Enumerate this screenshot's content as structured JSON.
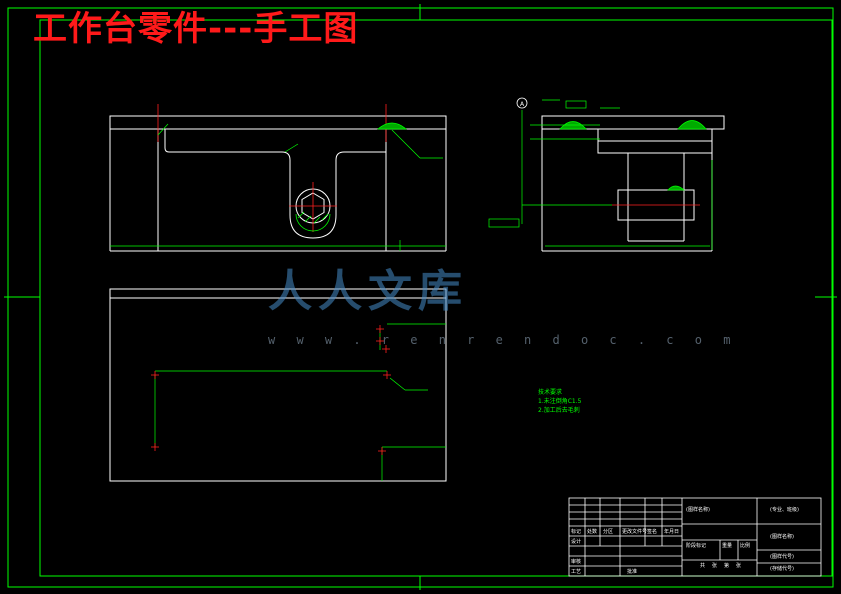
{
  "title": "工作台零件---手工图",
  "watermark": {
    "text": "人人文库",
    "url": "w w w . r e n r e n d o c . c o m"
  },
  "datum_label": "A",
  "technical_requirements": {
    "heading": "技术要求",
    "items": [
      "1.未注倒角C1.5",
      "2.加工后去毛刺"
    ]
  },
  "title_block": {
    "design_name": "(图样名称)",
    "school": "(专业、班级)",
    "part_name": "(图样名称)",
    "drawing_number": "(图样代号)",
    "drawing_number_2": "(存储代号)",
    "header_cells": [
      "标记",
      "处数",
      "分区",
      "更改文件号",
      "签名",
      "年月日"
    ],
    "row_labels": [
      "设计",
      "审核",
      "工艺"
    ],
    "stage_labels": [
      "阶段标记",
      "重量",
      "比例"
    ],
    "sheet_labels": [
      "共",
      "张",
      "第",
      "张"
    ],
    "approve_label": "批准"
  },
  "colors": {
    "background": "#000000",
    "frame": "#00ff00",
    "outline": "#ffffff",
    "center": "#ff2020",
    "hatch": "#00ff00",
    "title": "#ff1a1a"
  }
}
